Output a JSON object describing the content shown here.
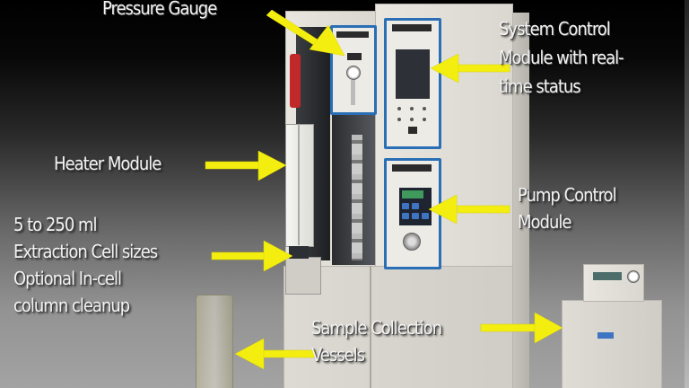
{
  "image": {
    "subject": "Accelerated solvent extraction instrument with annotated components",
    "background": "dark-to-gray vertical gradient"
  },
  "labels": {
    "pressure_gauge": {
      "lines": [
        "Pressure Gauge"
      ]
    },
    "system_control": {
      "lines": [
        "System Control",
        "Module with real-",
        "time status"
      ]
    },
    "heater_module": {
      "lines": [
        "Heater Module"
      ]
    },
    "pump_control": {
      "lines": [
        "Pump Control",
        "Module"
      ]
    },
    "extraction_cell": {
      "lines": [
        "5 to 250  ml",
        "Extraction Cell sizes",
        "Optional In-cell",
        "column cleanup"
      ]
    },
    "sample_collection": {
      "lines": [
        "Sample Collection",
        "Vessels"
      ]
    }
  },
  "colors": {
    "arrow": "#f4ee10",
    "label_text": "#f2f2f2",
    "panel_border": "#2a6fb5",
    "cabinet": "#e2e0d8",
    "red_tube": "#c0282a",
    "pump_lcd": "#3f9a5c",
    "keypad_keys": "#3f74c2"
  },
  "icons": [
    "arrow-pressure-gauge",
    "arrow-system-control",
    "arrow-heater-module",
    "arrow-pump-control",
    "arrow-extraction-cell",
    "arrow-sample-vessel",
    "arrow-collection-unit"
  ]
}
